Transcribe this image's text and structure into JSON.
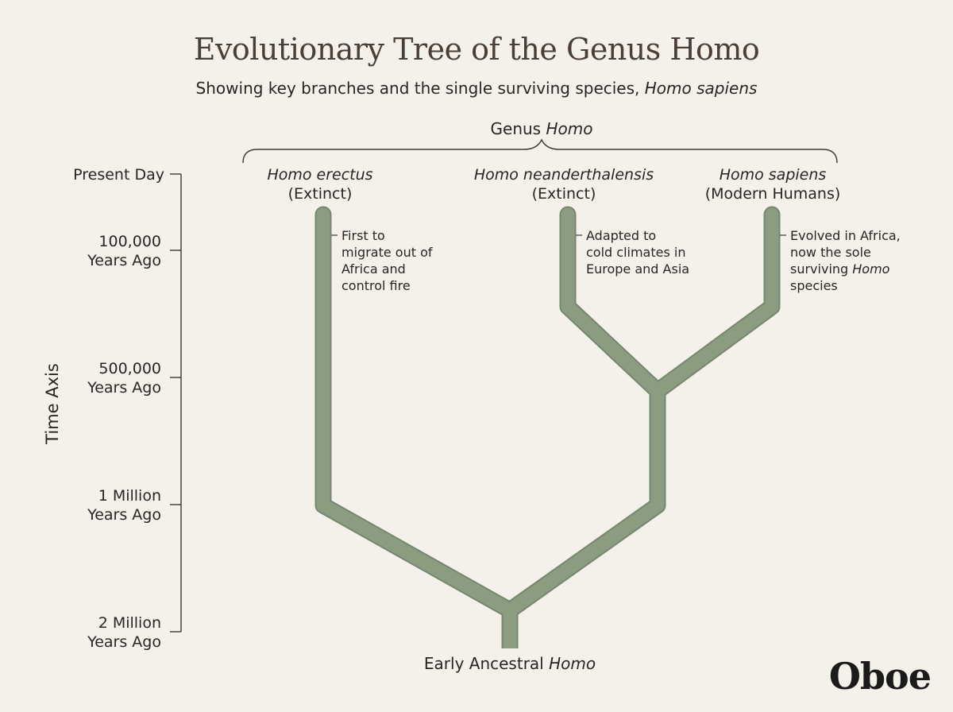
{
  "title": "Evolutionary Tree of the Genus Homo",
  "subtitle_prefix": "Showing key branches and the single surviving species, ",
  "subtitle_italic": "Homo sapiens",
  "genus_prefix": "Genus ",
  "genus_italic": "Homo",
  "axis": {
    "title": "Time Axis",
    "ticks": [
      {
        "line1": "Present Day",
        "line2": ""
      },
      {
        "line1": "100,000",
        "line2": "Years Ago"
      },
      {
        "line1": "500,000",
        "line2": "Years Ago"
      },
      {
        "line1": "1 Million",
        "line2": "Years Ago"
      },
      {
        "line1": "2 Million",
        "line2": "Years Ago"
      }
    ]
  },
  "species": [
    {
      "name": "Homo erectus",
      "status": "(Extinct)",
      "note": [
        "First to",
        "migrate out of",
        "Africa and",
        "control fire"
      ]
    },
    {
      "name": "Homo neanderthalensis",
      "status": "(Extinct)",
      "note": [
        "Adapted to",
        "cold climates in",
        "Europe and Asia"
      ]
    },
    {
      "name": "Homo sapiens",
      "status": "(Modern Humans)",
      "note": [
        "Evolved in Africa,",
        "now the sole",
        "surviving ",
        "Homo",
        " species"
      ]
    }
  ],
  "root_prefix": "Early Ancestral ",
  "root_italic": "Homo",
  "logo": "Oboe",
  "colors": {
    "branch": "#8b9c81",
    "branch_edge": "#6f8068",
    "background": "#f3f1ea",
    "title": "#4a3f35"
  }
}
